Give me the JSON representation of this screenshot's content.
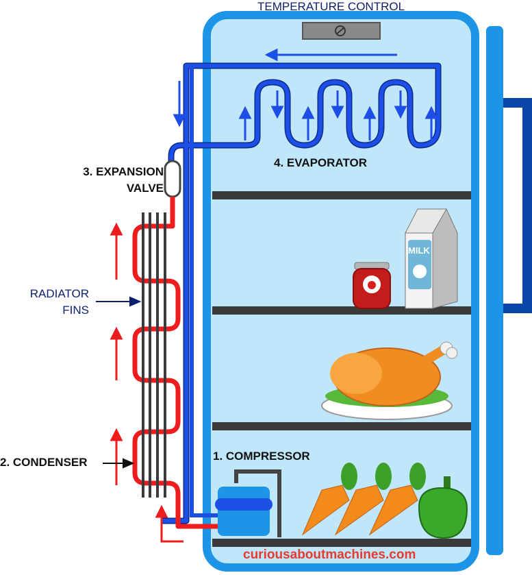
{
  "labels": {
    "temperature_control": "TEMPERATURE CONTROL",
    "expansion_valve_line1": "3. EXPANSION",
    "expansion_valve_line2": "VALVE",
    "evaporator": "4. EVAPORATOR",
    "radiator_line1": "RADIATOR",
    "radiator_line2": "FINS",
    "condenser": "2. CONDENSER",
    "compressor": "1. COMPRESSOR",
    "milk": "MILK",
    "website": "curiousaboutmachines.com"
  },
  "colors": {
    "fridge_body": "#bfe6f9",
    "fridge_border": "#1d94e6",
    "handle": "#0a47a8",
    "cold_pipe": "#1d4fe6",
    "hot_pipe": "#ee1c1c",
    "shelf": "#3a3a3a",
    "fins": "#3a3a3a",
    "compressor": "#1d94e6",
    "website_text": "#e83a2e"
  },
  "components": [
    "temperature-dial",
    "evaporator-coil",
    "expansion-valve",
    "radiator-fins",
    "condenser-coil",
    "compressor",
    "shelves",
    "door-handle"
  ],
  "food_icons": [
    "jam-jar-icon",
    "milk-carton-icon",
    "roast-chicken-icon",
    "carrots-icon",
    "bell-pepper-icon"
  ]
}
